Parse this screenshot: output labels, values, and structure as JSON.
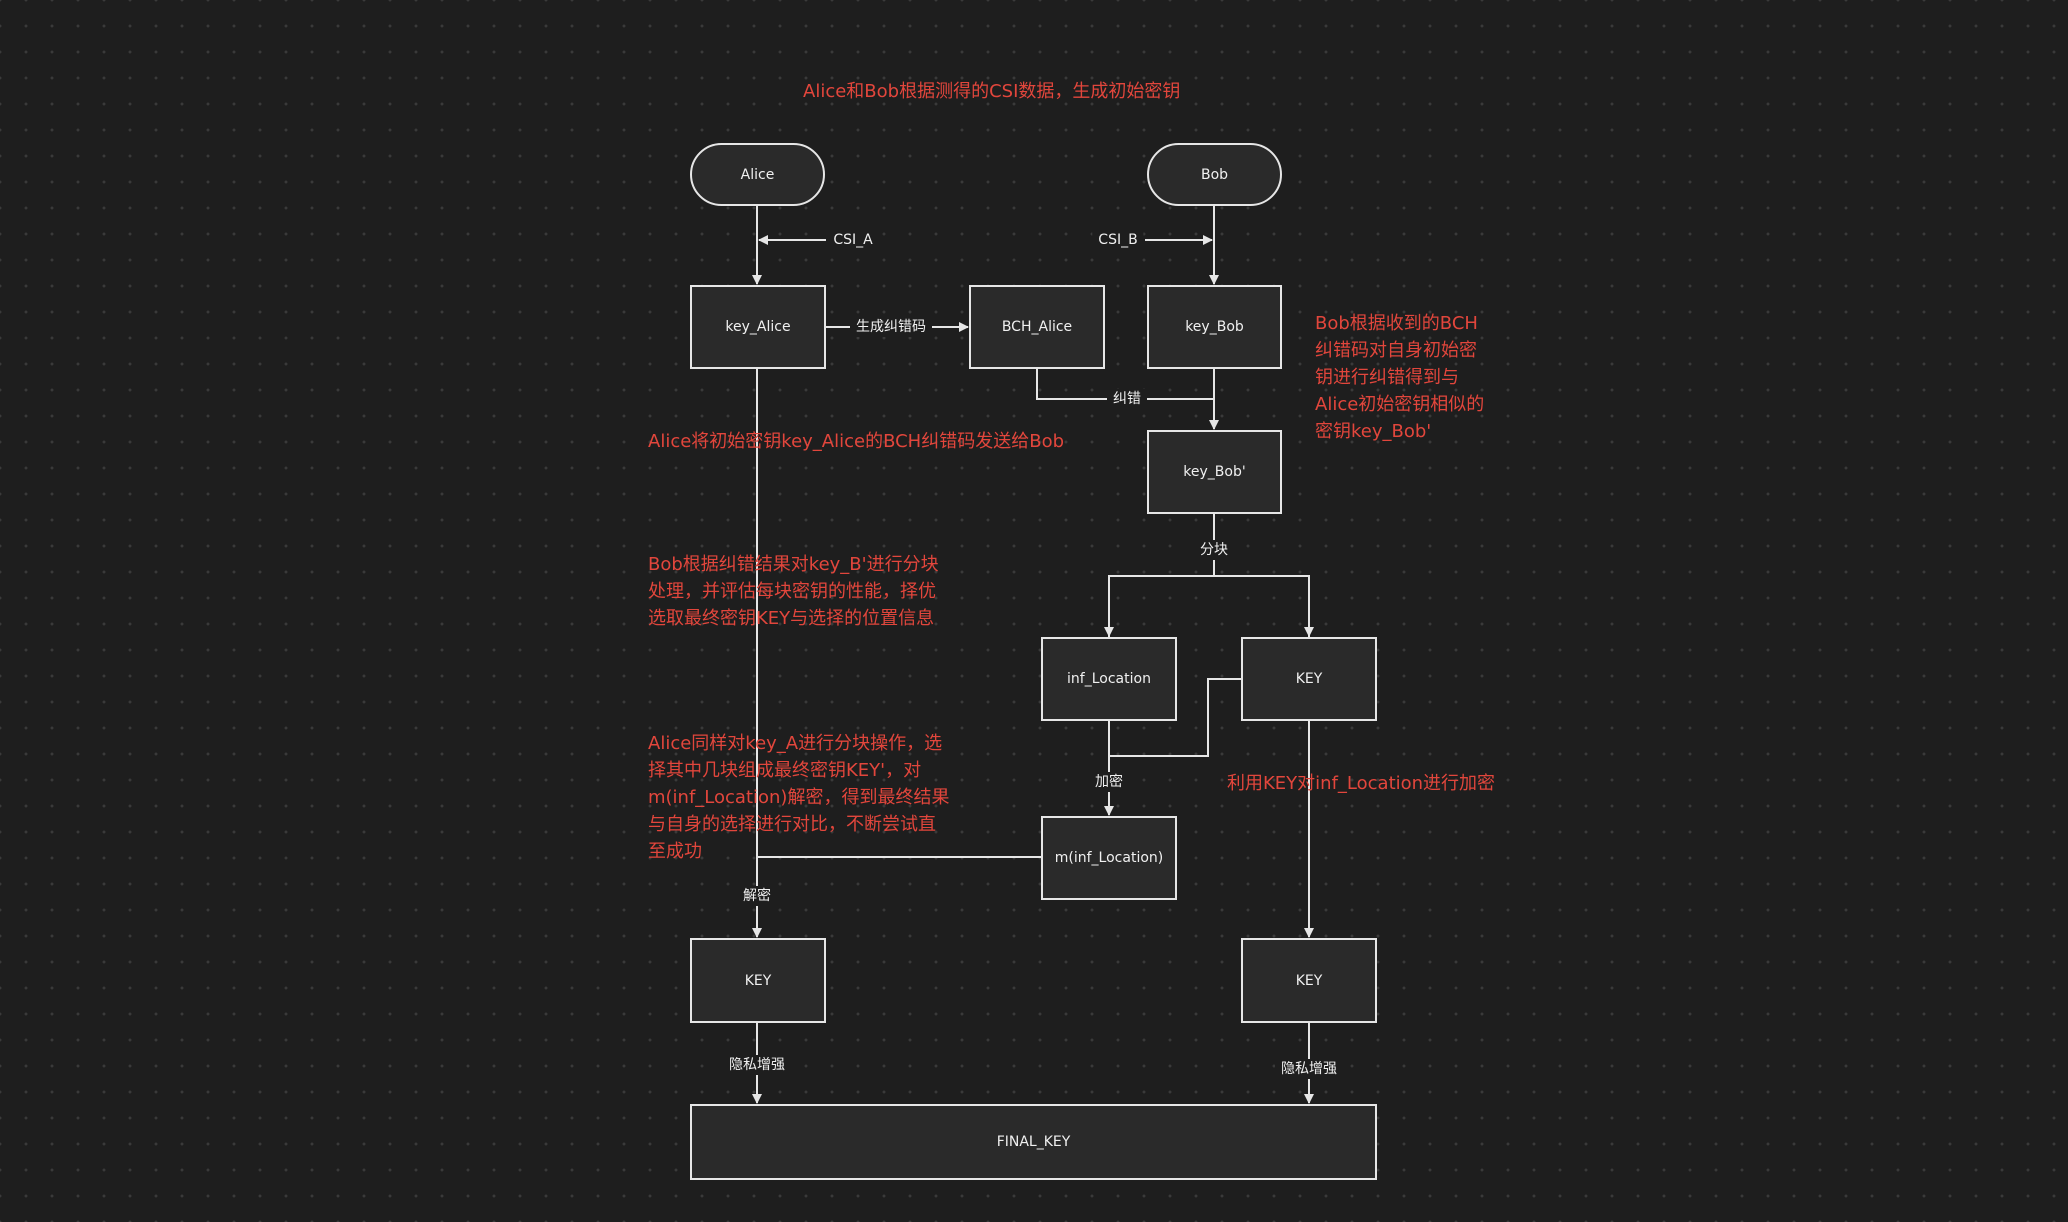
{
  "nodes": {
    "alice": "Alice",
    "bob": "Bob",
    "key_alice": "key_Alice",
    "bch_alice": "BCH_Alice",
    "key_bob": "key_Bob",
    "key_bob_prime": "key_Bob'",
    "inf_location": "inf_Location",
    "key_right": "KEY",
    "m_inf_location": "m(inf_Location)",
    "key_left": "KEY",
    "key_bottom_right": "KEY",
    "final_key": "FINAL_KEY"
  },
  "edge_labels": {
    "csi_a": "CSI_A",
    "csi_b": "CSI_B",
    "generate_ecc": "生成纠错码",
    "correct": "纠错",
    "split": "分块",
    "encrypt": "加密",
    "decrypt": "解密",
    "privacy_left": "隐私增强",
    "privacy_right": "隐私增强"
  },
  "notes": {
    "title": "Alice和Bob根据测得的CSI数据，生成初始密钥",
    "send_bch": "Alice将初始密钥key_Alice的BCH纠错码发送给Bob",
    "bob_correct": [
      "Bob根据收到的BCH",
      "纠错码对自身初始密",
      "钥进行纠错得到与",
      "Alice初始密钥相似的",
      "密钥key_Bob'"
    ],
    "bob_split": [
      "Bob根据纠错结果对key_B'进行分块",
      "处理，并评估每块密钥的性能，择优",
      "选取最终密钥KEY与选择的位置信息"
    ],
    "alice_split": [
      "Alice同样对key_A进行分块操作，选",
      "择其中几块组成最终密钥KEY'，对",
      "m(inf_Location)解密，得到最终结果",
      "与自身的选择进行对比，不断尝试直",
      "至成功"
    ],
    "encrypt_note": "利用KEY对inf_Location进行加密"
  },
  "colors": {
    "background": "#1e1e1e",
    "node_fill": "#2a2a2a",
    "stroke": "#e6e6e6",
    "annotation": "#e2463c"
  }
}
